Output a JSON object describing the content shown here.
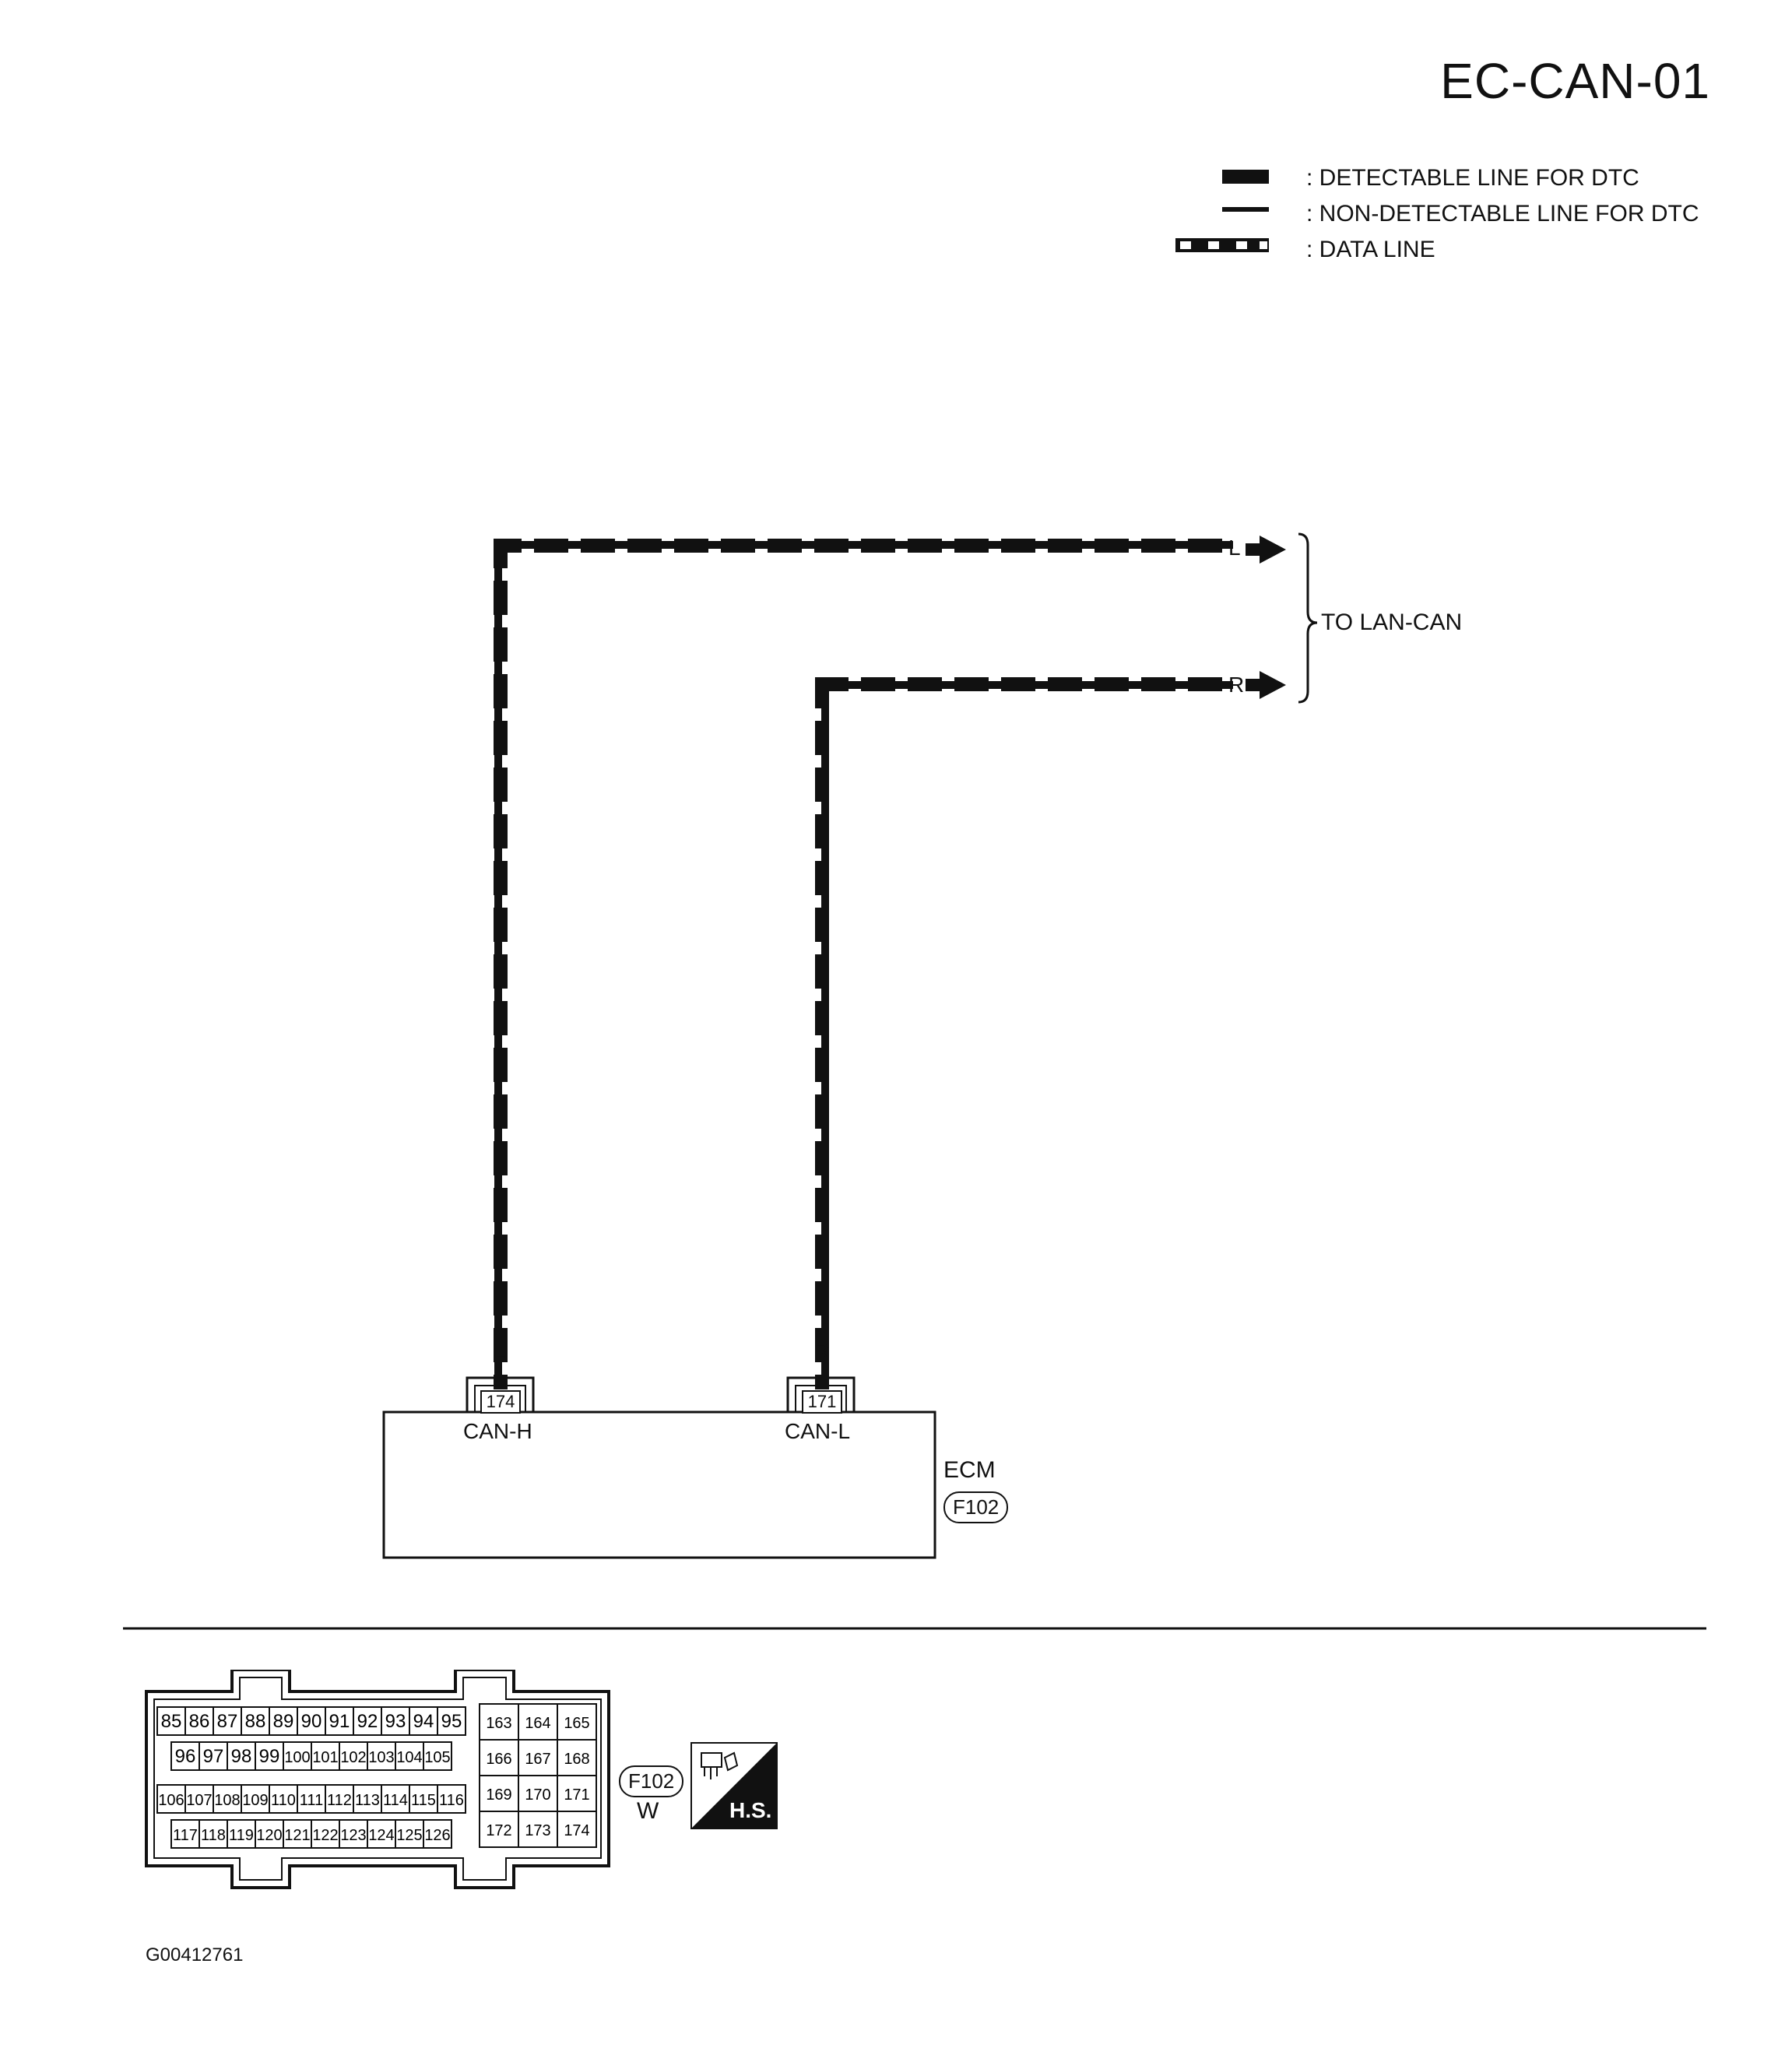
{
  "page": {
    "title": "EC-CAN-01",
    "figure_id": "G00412761"
  },
  "legend": {
    "items": [
      {
        "style": "detectable",
        "label": ": DETECTABLE LINE FOR DTC"
      },
      {
        "style": "non-detectable",
        "label": ": NON-DETECTABLE LINE FOR DTC"
      },
      {
        "style": "data",
        "label": ": DATA LINE"
      }
    ]
  },
  "wires": {
    "can_h": {
      "color_top": "L",
      "color_bottom": "L"
    },
    "can_l": {
      "color_top": "R",
      "color_bottom": "R"
    },
    "destination": "TO LAN-CAN"
  },
  "ecm": {
    "name": "ECM",
    "connector": "F102",
    "pins": [
      {
        "number": "174",
        "name": "CAN-H"
      },
      {
        "number": "171",
        "name": "CAN-L"
      }
    ]
  },
  "connector_view": {
    "id": "F102",
    "color": "W",
    "badge": "H.S.",
    "left_rows": [
      [
        "85",
        "86",
        "87",
        "88",
        "89",
        "90",
        "91",
        "92",
        "93",
        "94",
        "95"
      ],
      [
        "96",
        "97",
        "98",
        "99",
        "100",
        "101",
        "102",
        "103",
        "104",
        "105"
      ],
      [
        "106",
        "107",
        "108",
        "109",
        "110",
        "111",
        "112",
        "113",
        "114",
        "115",
        "116"
      ],
      [
        "117",
        "118",
        "119",
        "120",
        "121",
        "122",
        "123",
        "124",
        "125",
        "126"
      ]
    ],
    "right_grid": [
      [
        "163",
        "164",
        "165"
      ],
      [
        "166",
        "167",
        "168"
      ],
      [
        "169",
        "170",
        "171"
      ],
      [
        "172",
        "173",
        "174"
      ]
    ]
  },
  "colors": {
    "ink": "#111111",
    "paper": "#ffffff"
  }
}
